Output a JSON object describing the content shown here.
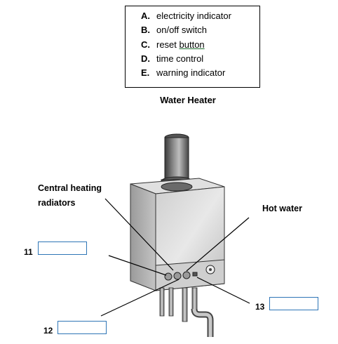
{
  "options": [
    {
      "letter": "A.",
      "text": "electricity indicator"
    },
    {
      "letter": "B.",
      "text": "on/off switch"
    },
    {
      "letter": "C.",
      "text": "reset ",
      "text_underlined": "button"
    },
    {
      "letter": "D.",
      "text": "time control"
    },
    {
      "letter": "E.",
      "text": "warning indicator"
    }
  ],
  "title": "Water Heater",
  "labels": {
    "central_heating_line1": "Central heating",
    "central_heating_line2": "radiators",
    "hot_water": "Hot water"
  },
  "questions": [
    {
      "number": "11",
      "answer": ""
    },
    {
      "number": "12",
      "answer": ""
    },
    {
      "number": "13",
      "answer": ""
    }
  ],
  "colors": {
    "answer_box_border": "#2e75b6"
  }
}
